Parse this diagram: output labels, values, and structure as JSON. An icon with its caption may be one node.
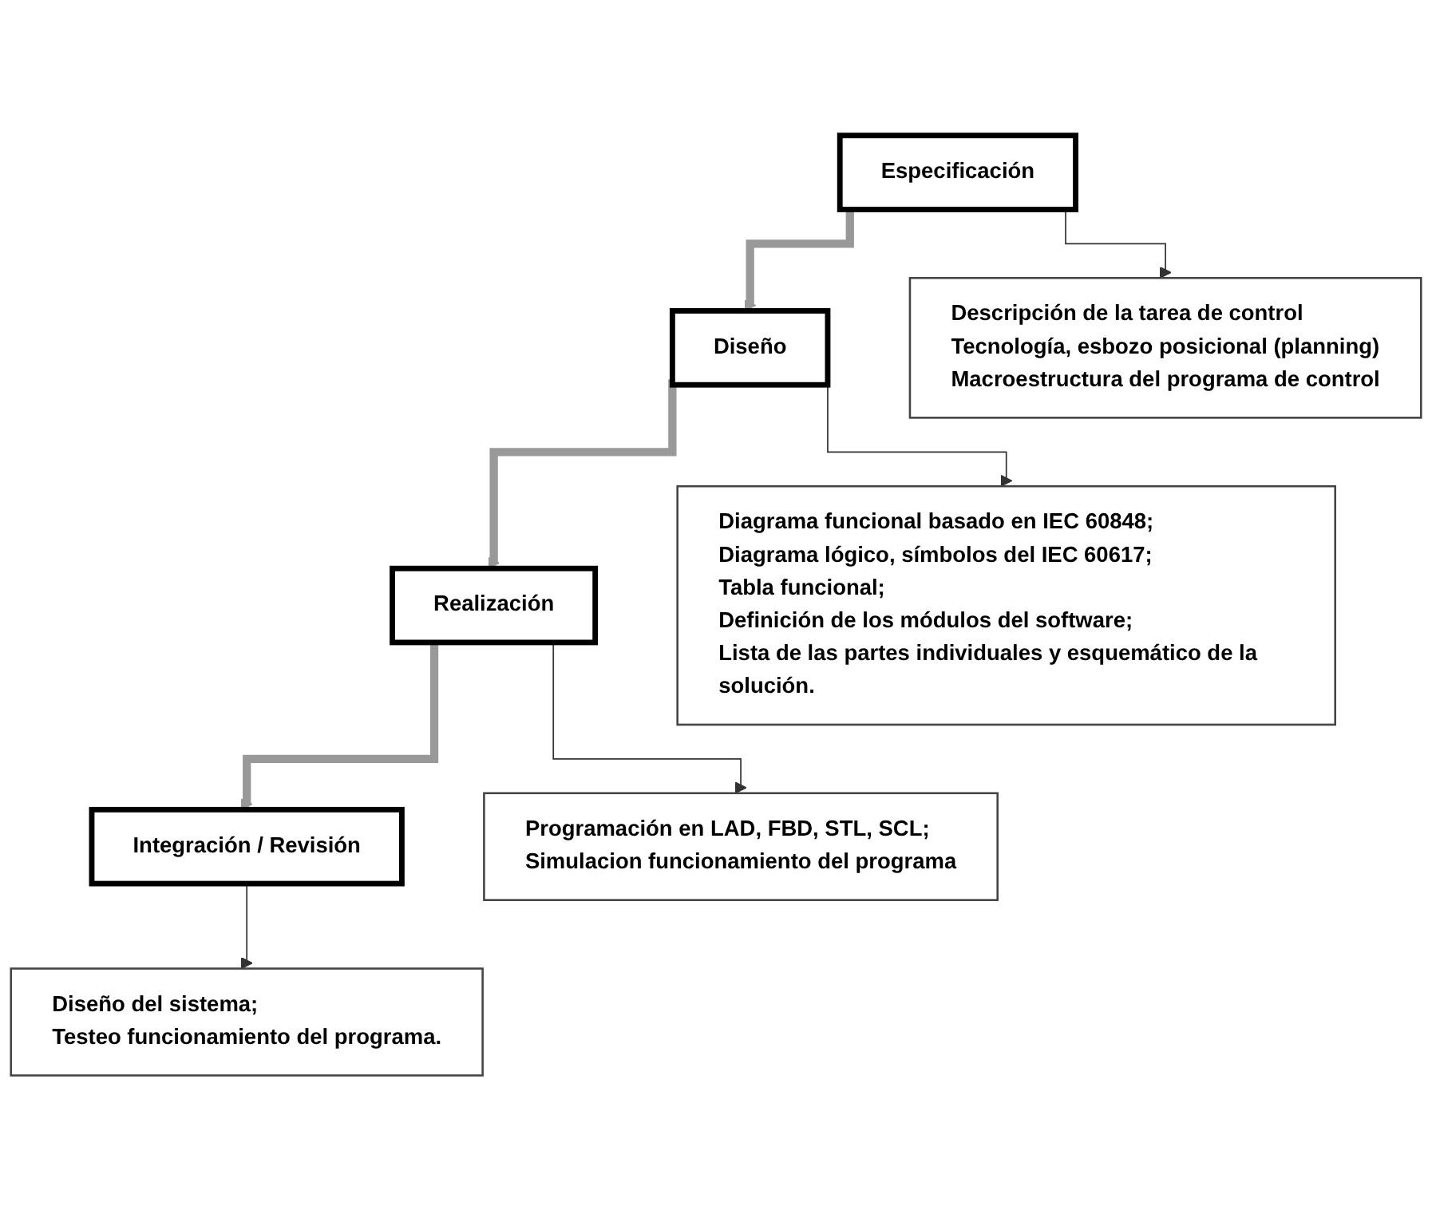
{
  "diagram": {
    "nodes": [
      {
        "text": [
          "Especificación"
        ]
      },
      {
        "text": [
          "Descripción de la tarea de control",
          "Tecnología, esbozo posicional (planning)",
          "Macroestructura del programa de control"
        ]
      },
      {
        "text": [
          "Diseño"
        ]
      },
      {
        "text": [
          "Diagrama funcional basado en IEC 60848;",
          "Diagrama lógico, símbolos del IEC 60617;",
          "Tabla funcional;",
          "Definición de los módulos del software;",
          "Lista de las partes individuales y esquemático de la solución."
        ]
      },
      {
        "text": [
          "Realización"
        ]
      },
      {
        "text": [
          "Programación en LAD, FBD, STL, SCL;",
          "Simulacion funcionamiento del programa"
        ]
      },
      {
        "text": [
          "Integración / Revisión"
        ]
      },
      {
        "text": [
          "Diseño del sistema;",
          "Testeo funcionamiento del programa."
        ]
      }
    ],
    "edges": [
      {
        "from": 0,
        "to": 1,
        "arrow": "to"
      },
      {
        "from": 0,
        "to": 2,
        "arrow": "to",
        "style": "thick",
        "color": "#999999"
      },
      {
        "from": 2,
        "to": 3,
        "arrow": "to"
      },
      {
        "from": 2,
        "to": 4,
        "arrow": "to",
        "style": "thick",
        "color": "#999999"
      },
      {
        "from": 4,
        "to": 5,
        "arrow": "to"
      },
      {
        "from": 4,
        "to": 6,
        "arrow": "to",
        "style": "thick",
        "color": "#999999"
      },
      {
        "from": 6,
        "to": 7,
        "arrow": "to"
      }
    ]
  }
}
